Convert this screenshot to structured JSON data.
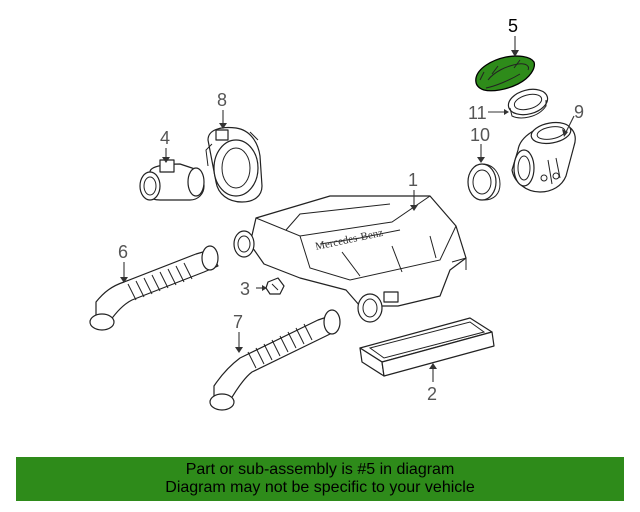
{
  "diagram": {
    "labels": {
      "l1": "1",
      "l2": "2",
      "l3": "3",
      "l4": "4",
      "l5": "5",
      "l6": "6",
      "l7": "7",
      "l8": "8",
      "l9": "9",
      "l10": "10",
      "l11": "11"
    },
    "highlight_part": "5",
    "highlight_color": "#2e8b1a",
    "brand_text": "Mercedes-Benz"
  },
  "banner": {
    "line1": "Part or sub-assembly is #5 in diagram",
    "line2": "Diagram may not be specific to your vehicle",
    "color": "#2e8b1a"
  }
}
